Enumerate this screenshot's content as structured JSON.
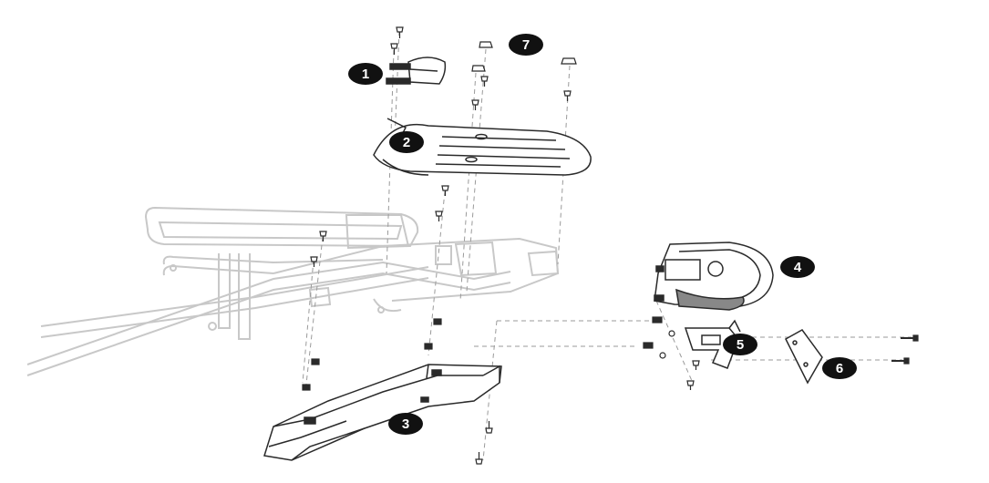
{
  "colors": {
    "line": "#2a2a2a",
    "ghost": "#c8c8c8",
    "dash": "#9a9a9a",
    "callout_bg": "#111111",
    "callout_text": "#ffffff"
  },
  "callouts": {
    "c1": "1",
    "c2": "2",
    "c3": "3",
    "c4": "4",
    "c5": "5",
    "c6": "6",
    "c7": "7"
  }
}
